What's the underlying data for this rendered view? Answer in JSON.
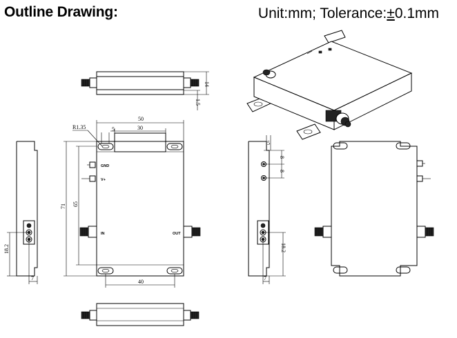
{
  "header": {
    "title": "Outline Drawing:",
    "unit_prefix": "Unit:mm; Tolerance:",
    "unit_pm": "±",
    "unit_suffix": "0.1mm"
  },
  "dimensions": {
    "width_50": "50",
    "width_30": "30",
    "radius": "R1.35",
    "slot_5": "5",
    "height_71": "71",
    "height_65": "65",
    "bottom_40": "40",
    "top_view_14": "14",
    "top_view_15": "1.5",
    "left_side_182": "18.2",
    "left_side_7": "7",
    "right_side_5": "5",
    "right_side_8a": "8",
    "right_side_8b": "8",
    "right_side_182": "18.2",
    "right_side_7": "7"
  },
  "labels": {
    "gnd": "GND",
    "vplus": "V+",
    "in": "IN",
    "out": "OUT"
  }
}
